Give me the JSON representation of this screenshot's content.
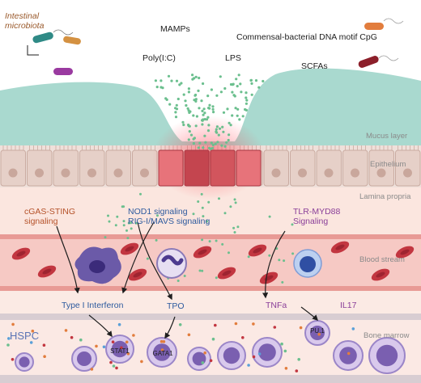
{
  "microbiota": {
    "line1": "Intestinal",
    "line2": "microbiota"
  },
  "stimuli": {
    "mamps": "MAMPs",
    "cpg": "Commensal-bacterial DNA motif CpG",
    "polyic": "Poly(I:C)",
    "lps": "LPS",
    "scfas": "SCFAs"
  },
  "layers": {
    "mucus": "Mucus layer",
    "epithelium": "Epithelium",
    "lamina": "Lamina propria",
    "blood": "Blood stream",
    "marrow": "Bone marrow"
  },
  "pathways": {
    "cgas_1": "cGAS-STING",
    "cgas_2": "signaling",
    "nod1": "NOD1 signaling",
    "rig": "RIG-I/MAVS signaling",
    "tlr_1": "TLR-MYD88",
    "tlr_2": "Signaling"
  },
  "mediators": {
    "ifn": "Type I Interferon",
    "tpo": "TPO",
    "tnfa": "TNFa",
    "il17": "IL17"
  },
  "marrow_cells": {
    "hspc": "HSPC",
    "stat1": "STAT1",
    "gata1": "GATA1",
    "pu1": "PU.1"
  },
  "colors": {
    "mucus": "#a9d9cf",
    "epithelium": "#e8d3cc",
    "lamina": "#fbe6df",
    "blood": "#f6c9c4",
    "marrow": "#fbe9e4",
    "inflamed": "#e23d4a",
    "arrow": "#1e1e1e"
  }
}
